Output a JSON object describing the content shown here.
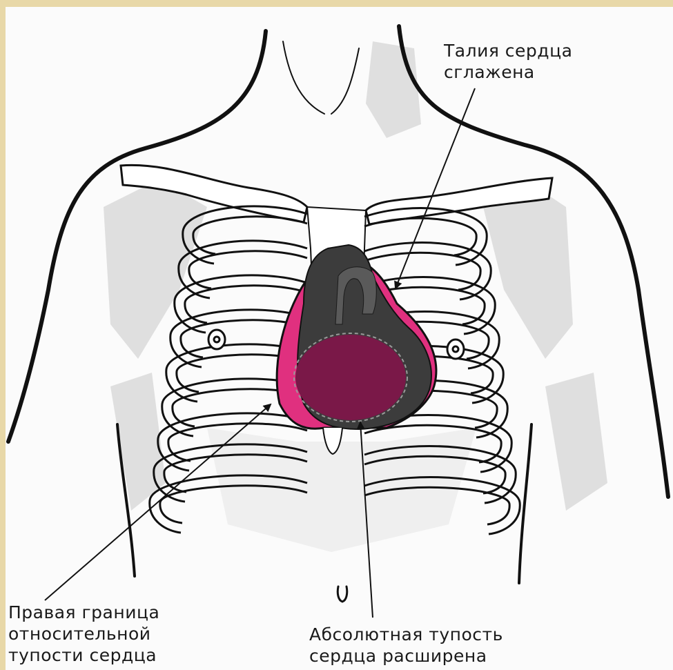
{
  "labels": {
    "heart_waist": {
      "line1": "Талия сердца",
      "line2": "сглажена"
    },
    "right_border": {
      "line1": "Правая граница",
      "line2": "относительной",
      "line3": "тупости сердца"
    },
    "absolute_dullness": {
      "line1": "Абсолютная тупость",
      "line2": "сердца расширена"
    }
  },
  "colors": {
    "frame": "#e8d8a8",
    "relative_dullness": "#e0307f",
    "absolute_dullness": "#7a1848",
    "heart_shadow": "#3c3c3c",
    "outline": "#111111"
  }
}
